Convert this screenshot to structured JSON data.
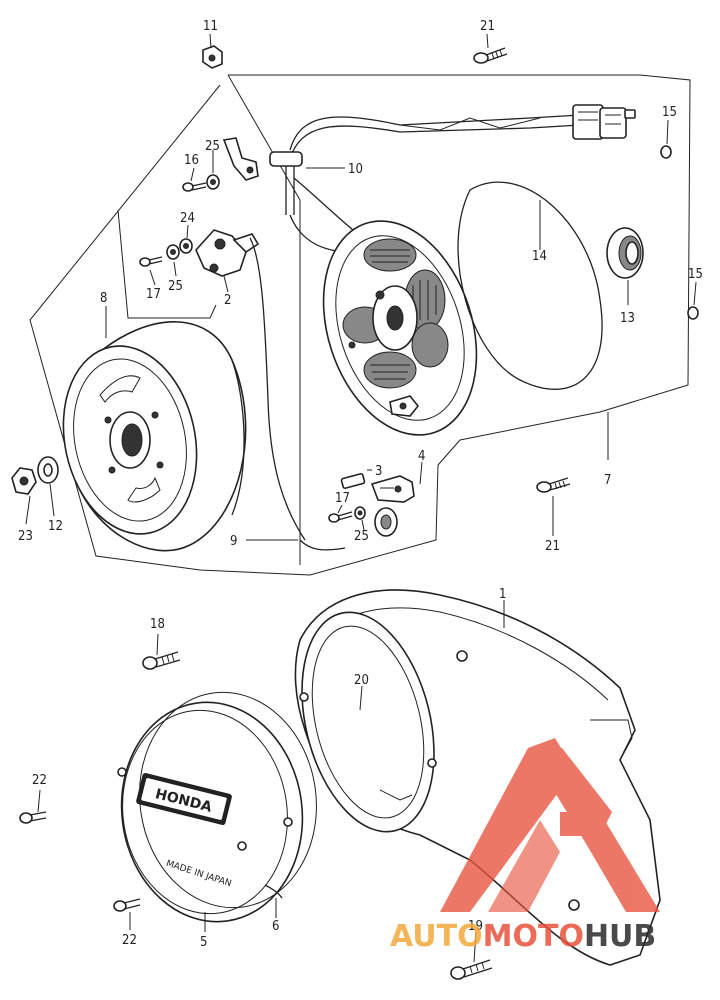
{
  "diagram": {
    "callouts": [
      "1",
      "2",
      "3",
      "4",
      "5",
      "6",
      "7",
      "8",
      "9",
      "10",
      "11",
      "12",
      "13",
      "14",
      "15",
      "15",
      "16",
      "17",
      "17",
      "18",
      "19",
      "20",
      "21",
      "21",
      "22",
      "22",
      "23",
      "24",
      "25",
      "25",
      "25"
    ],
    "cover_emblem": "HONDA",
    "cover_text": "MADE IN JAPAN",
    "colors": {
      "line": "#222222",
      "watermark": "#e8523c",
      "watermark_text": "#f2a93b",
      "watermark_text_dark": "#2b2b2b"
    }
  },
  "watermark": {
    "part1": "AUTO",
    "part2": "MOTO",
    "part3": "HUB"
  }
}
